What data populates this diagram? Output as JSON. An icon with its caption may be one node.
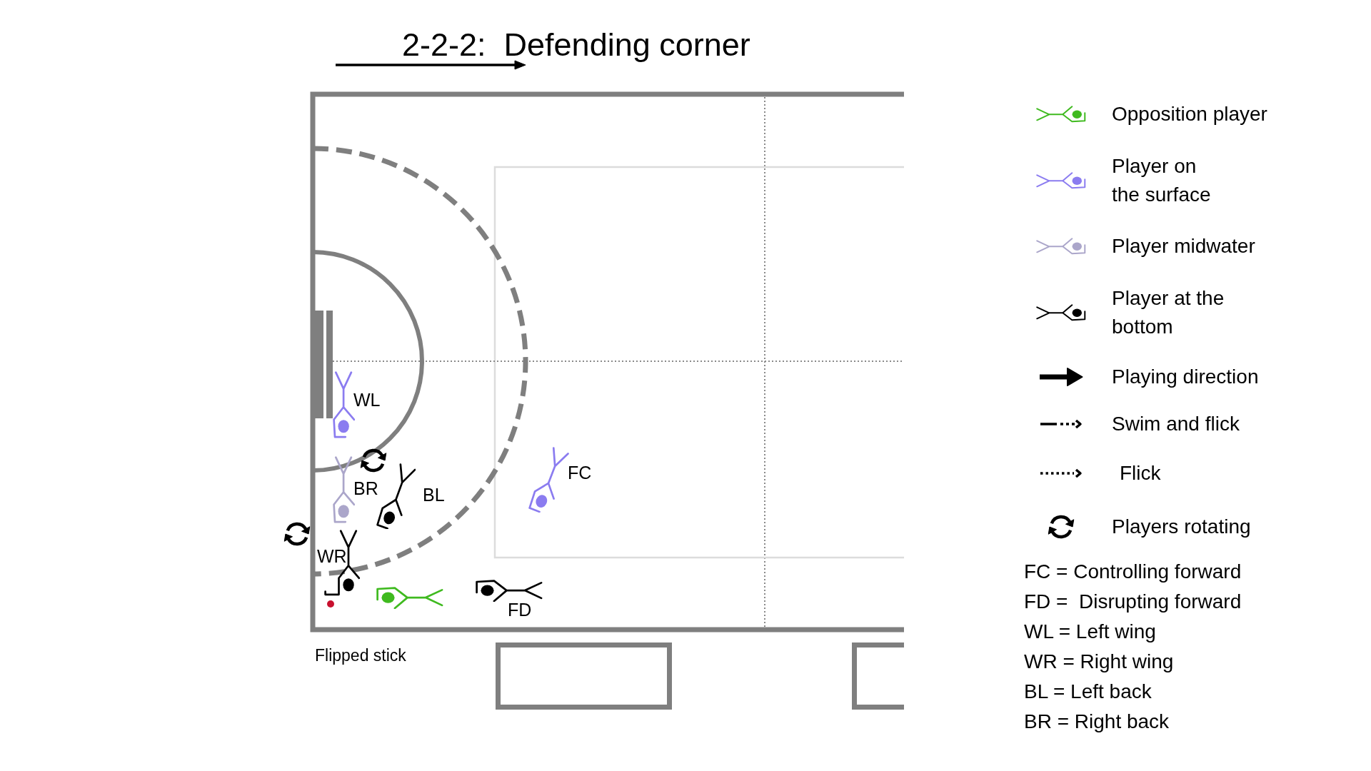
{
  "diagram": {
    "title": "2-2-2:  Defending corner",
    "labels": [
      "WL",
      "FC",
      "BR",
      "BL",
      "WR",
      "FD",
      "Flipped stick",
      "FC = Controlling forward",
      "FD =  Disrupting forward",
      "WL = Left wing",
      "WR = Right wing",
      "BL = Left back",
      "BR = Right back"
    ],
    "legend": [
      {
        "text": "Opposition player"
      },
      {
        "text": "Player on the surface"
      },
      {
        "text": "Player midwater"
      },
      {
        "text": "Player at the bottom"
      },
      {
        "text": "Playing direction"
      },
      {
        "text": "Swim and flick"
      },
      {
        "text": "Flick"
      },
      {
        "text": "Players rotating"
      }
    ]
  }
}
